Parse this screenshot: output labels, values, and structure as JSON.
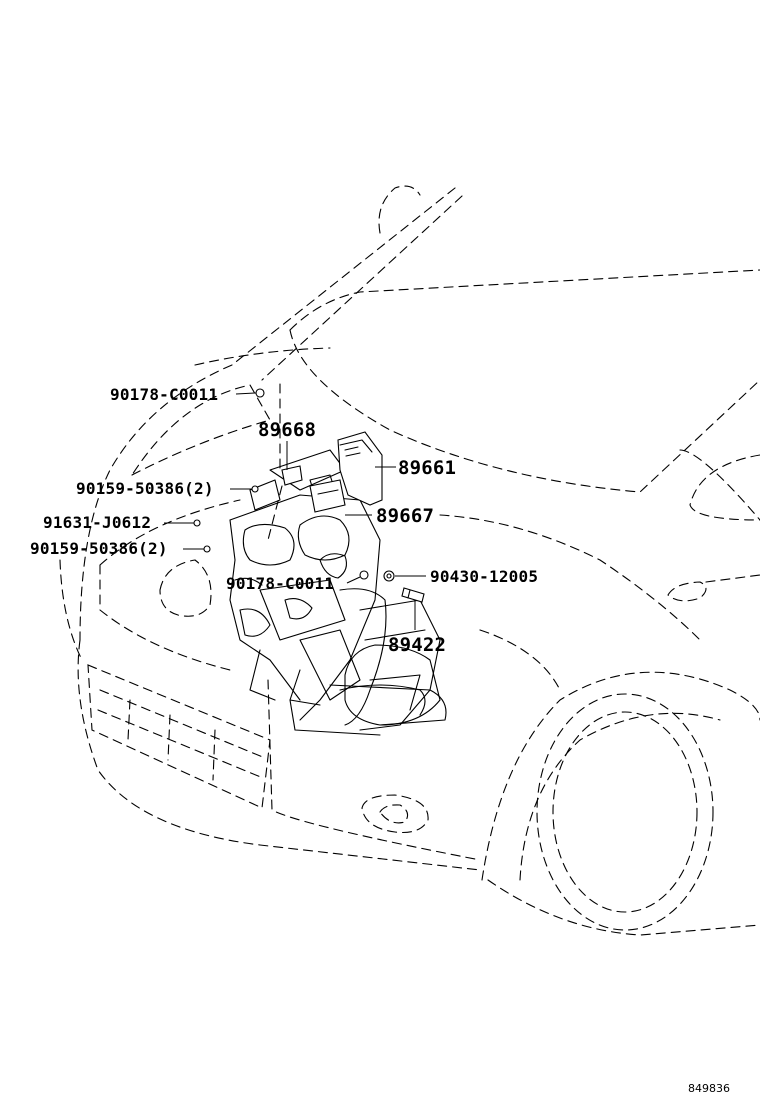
{
  "labels": {
    "p_90178_top": "90178-C0011",
    "p_89668": "89668",
    "p_89661": "89661",
    "p_90159_a": "90159-50386(2)",
    "p_91631": "91631-J0612",
    "p_89667": "89667",
    "p_90159_b": "90159-50386(2)",
    "p_90178_mid": "90178-C0011",
    "p_90430": "90430-12005",
    "p_89422": "89422"
  },
  "diagram_code": "849836"
}
